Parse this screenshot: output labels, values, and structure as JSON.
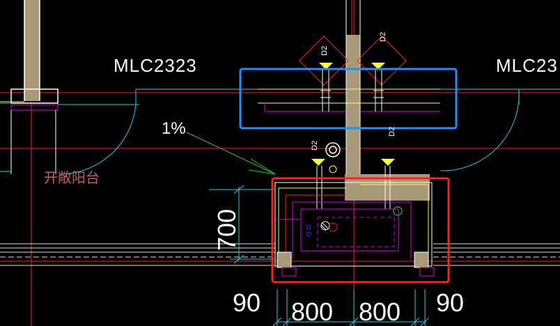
{
  "drawing": {
    "labels": {
      "door_left": "MLC2323",
      "door_right": "MLC23",
      "slope": "1%",
      "balcony": "开敞阳台",
      "pipe_tag": "D2"
    },
    "dimensions": {
      "vertical": "700",
      "bottom": [
        "90",
        "800",
        "800",
        "90"
      ]
    },
    "highlights": [
      {
        "name": "blue-highlight-box",
        "color": "#1e90ff"
      },
      {
        "name": "red-highlight-box",
        "color": "#ff2020"
      }
    ],
    "colors": {
      "background": "#000000",
      "white": "#ffffff",
      "red": "#ff2020",
      "yellow": "#ffff40",
      "cyan": "#20d0e8",
      "magenta": "#e000e0",
      "green": "#22cc22",
      "wall_fill": "#a89a78",
      "balcony_text": "#c06060"
    }
  }
}
